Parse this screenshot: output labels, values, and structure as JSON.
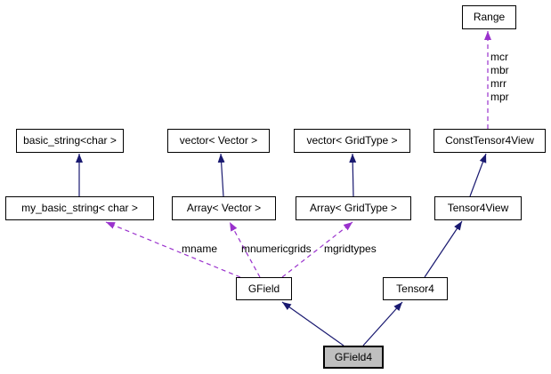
{
  "colors": {
    "inheritance_edge": "#191970",
    "usage_edge": "#9a32cd",
    "node_border": "#000000",
    "node_fill": "#ffffff",
    "highlight_fill": "#bfbfbf",
    "background": "#ffffff",
    "text": "#000000"
  },
  "nodes": {
    "range": {
      "label": "Range"
    },
    "basic_string": {
      "label": "basic_string<char >"
    },
    "vector_vector": {
      "label": "vector< Vector >"
    },
    "vector_gridtype": {
      "label": "vector< GridType >"
    },
    "const_tensor4view": {
      "label": "ConstTensor4View"
    },
    "my_basic_string": {
      "label": "my_basic_string< char >"
    },
    "array_vector": {
      "label": "Array< Vector >"
    },
    "array_gridtype": {
      "label": "Array< GridType >"
    },
    "tensor4view": {
      "label": "Tensor4View"
    },
    "gfield": {
      "label": "GField"
    },
    "tensor4": {
      "label": "Tensor4"
    },
    "gfield4": {
      "label": "GField4"
    }
  },
  "edges": [
    {
      "from": "my_basic_string",
      "to": "basic_string",
      "type": "inheritance"
    },
    {
      "from": "Array< Vector >",
      "to": "vector< Vector >",
      "type": "inheritance"
    },
    {
      "from": "Array< GridType >",
      "to": "vector< GridType >",
      "type": "inheritance"
    },
    {
      "from": "Tensor4View",
      "to": "ConstTensor4View",
      "type": "inheritance"
    },
    {
      "from": "Tensor4",
      "to": "Tensor4View",
      "type": "inheritance"
    },
    {
      "from": "GField4",
      "to": "GField",
      "type": "inheritance"
    },
    {
      "from": "GField4",
      "to": "Tensor4",
      "type": "inheritance"
    },
    {
      "from": "GField",
      "to": "my_basic_string",
      "type": "usage",
      "label": "mname"
    },
    {
      "from": "GField",
      "to": "Array< Vector >",
      "type": "usage",
      "label": "mnumericgrids"
    },
    {
      "from": "GField",
      "to": "Array< GridType >",
      "type": "usage",
      "label": "mgridtypes"
    },
    {
      "from": "ConstTensor4View",
      "to": "Range",
      "type": "usage",
      "labels": [
        "mcr",
        "mbr",
        "mrr",
        "mpr"
      ]
    }
  ]
}
